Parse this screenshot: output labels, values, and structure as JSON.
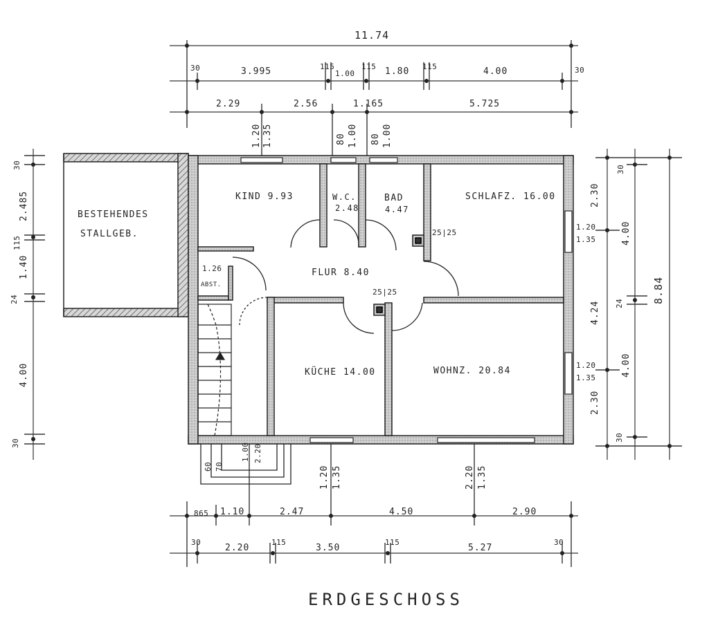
{
  "title": "ERDGESCHOSS",
  "existing_building": {
    "line1": "BESTEHENDES",
    "line2": "STALLGEB."
  },
  "rooms": {
    "kind": "KIND 9.93",
    "wc": "W.C.",
    "wc_area": "2.48",
    "bad": "BAD",
    "bad_area": "4.47",
    "schlafz": "SCHLAFZ. 16.00",
    "flur": "FLUR 8.40",
    "kueche": "KÜCHE 14.00",
    "wohnz": "WOHNZ. 20.84",
    "abst_area": "1.26",
    "abst": "ABST."
  },
  "top_dims": {
    "overall": "11.74",
    "row2": [
      "30",
      "3.995",
      "115",
      "1.00",
      "115",
      "1.80",
      "115",
      "4.00",
      "30"
    ],
    "row3": [
      "2.29",
      "2.56",
      "1.165",
      "5.725"
    ]
  },
  "top_openings": {
    "kind_w": "1.20",
    "kind_h": "1.35",
    "wc_w": "80",
    "wc_h": "1.00",
    "bad_w": "80",
    "bad_h": "1.00"
  },
  "bottom_dims": {
    "row1": [
      "865",
      "1.10",
      "2.47",
      "4.50",
      "2.90"
    ],
    "row2": [
      "30",
      "2.20",
      "115",
      "3.50",
      "115",
      "5.27",
      "30"
    ]
  },
  "bottom_openings": {
    "door_w": "1.00",
    "door_h": "2.20",
    "step_a": "60",
    "step_b": "70",
    "kueche_w": "1.20",
    "kueche_h": "1.35",
    "wohnz_w": "2.20",
    "wohnz_h": "1.35"
  },
  "left_dims": [
    "30",
    "2.485",
    "115",
    "1.40",
    "24",
    "4.00",
    "30"
  ],
  "right_dims": {
    "outer": [
      "2.30",
      "4.24",
      "2.30"
    ],
    "mid": [
      "30",
      "4.00",
      "24",
      "4.00",
      "30"
    ],
    "overall": "8.84",
    "schlafz_window_w": "1.20",
    "schlafz_window_h": "1.35",
    "wohnz_window_w": "1.20",
    "wohnz_window_h": "1.35"
  },
  "chimneys": {
    "upper": "25|25",
    "lower": "25|25"
  }
}
